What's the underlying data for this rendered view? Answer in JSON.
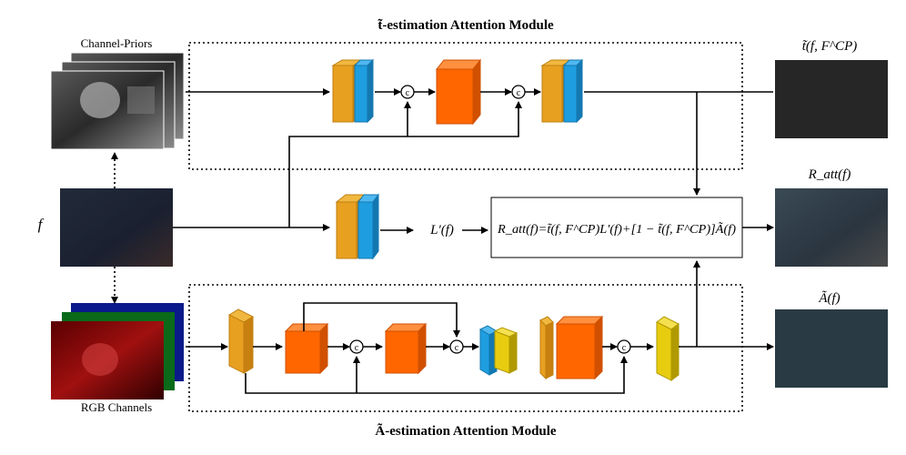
{
  "titles": {
    "t_module": "t̃-estimation Attention Module",
    "a_module": "Ã-estimation Attention Module"
  },
  "inputs": {
    "channel_priors": "Channel-Priors",
    "rgb_channels": "RGB Channels",
    "f": "f"
  },
  "outputs": {
    "t_output": "t̃(f, F^CP)",
    "r_output": "R_att(f)",
    "a_output": "Ã(f)"
  },
  "intermediate": {
    "l_prime": "L′(f)"
  },
  "equation": {
    "text": "R_att(f)=t̃(f, F^CP)L′(f)+[1 − t̃(f, F^CP)]Ã(f)"
  },
  "concat_symbol": "c",
  "colors": {
    "conv_orange": "#e8a020",
    "conv_blue": "#1e9ee0",
    "block_red": "#ff6600",
    "conv_yellow": "#e8cc10",
    "image_dark": "#1a1a22"
  }
}
